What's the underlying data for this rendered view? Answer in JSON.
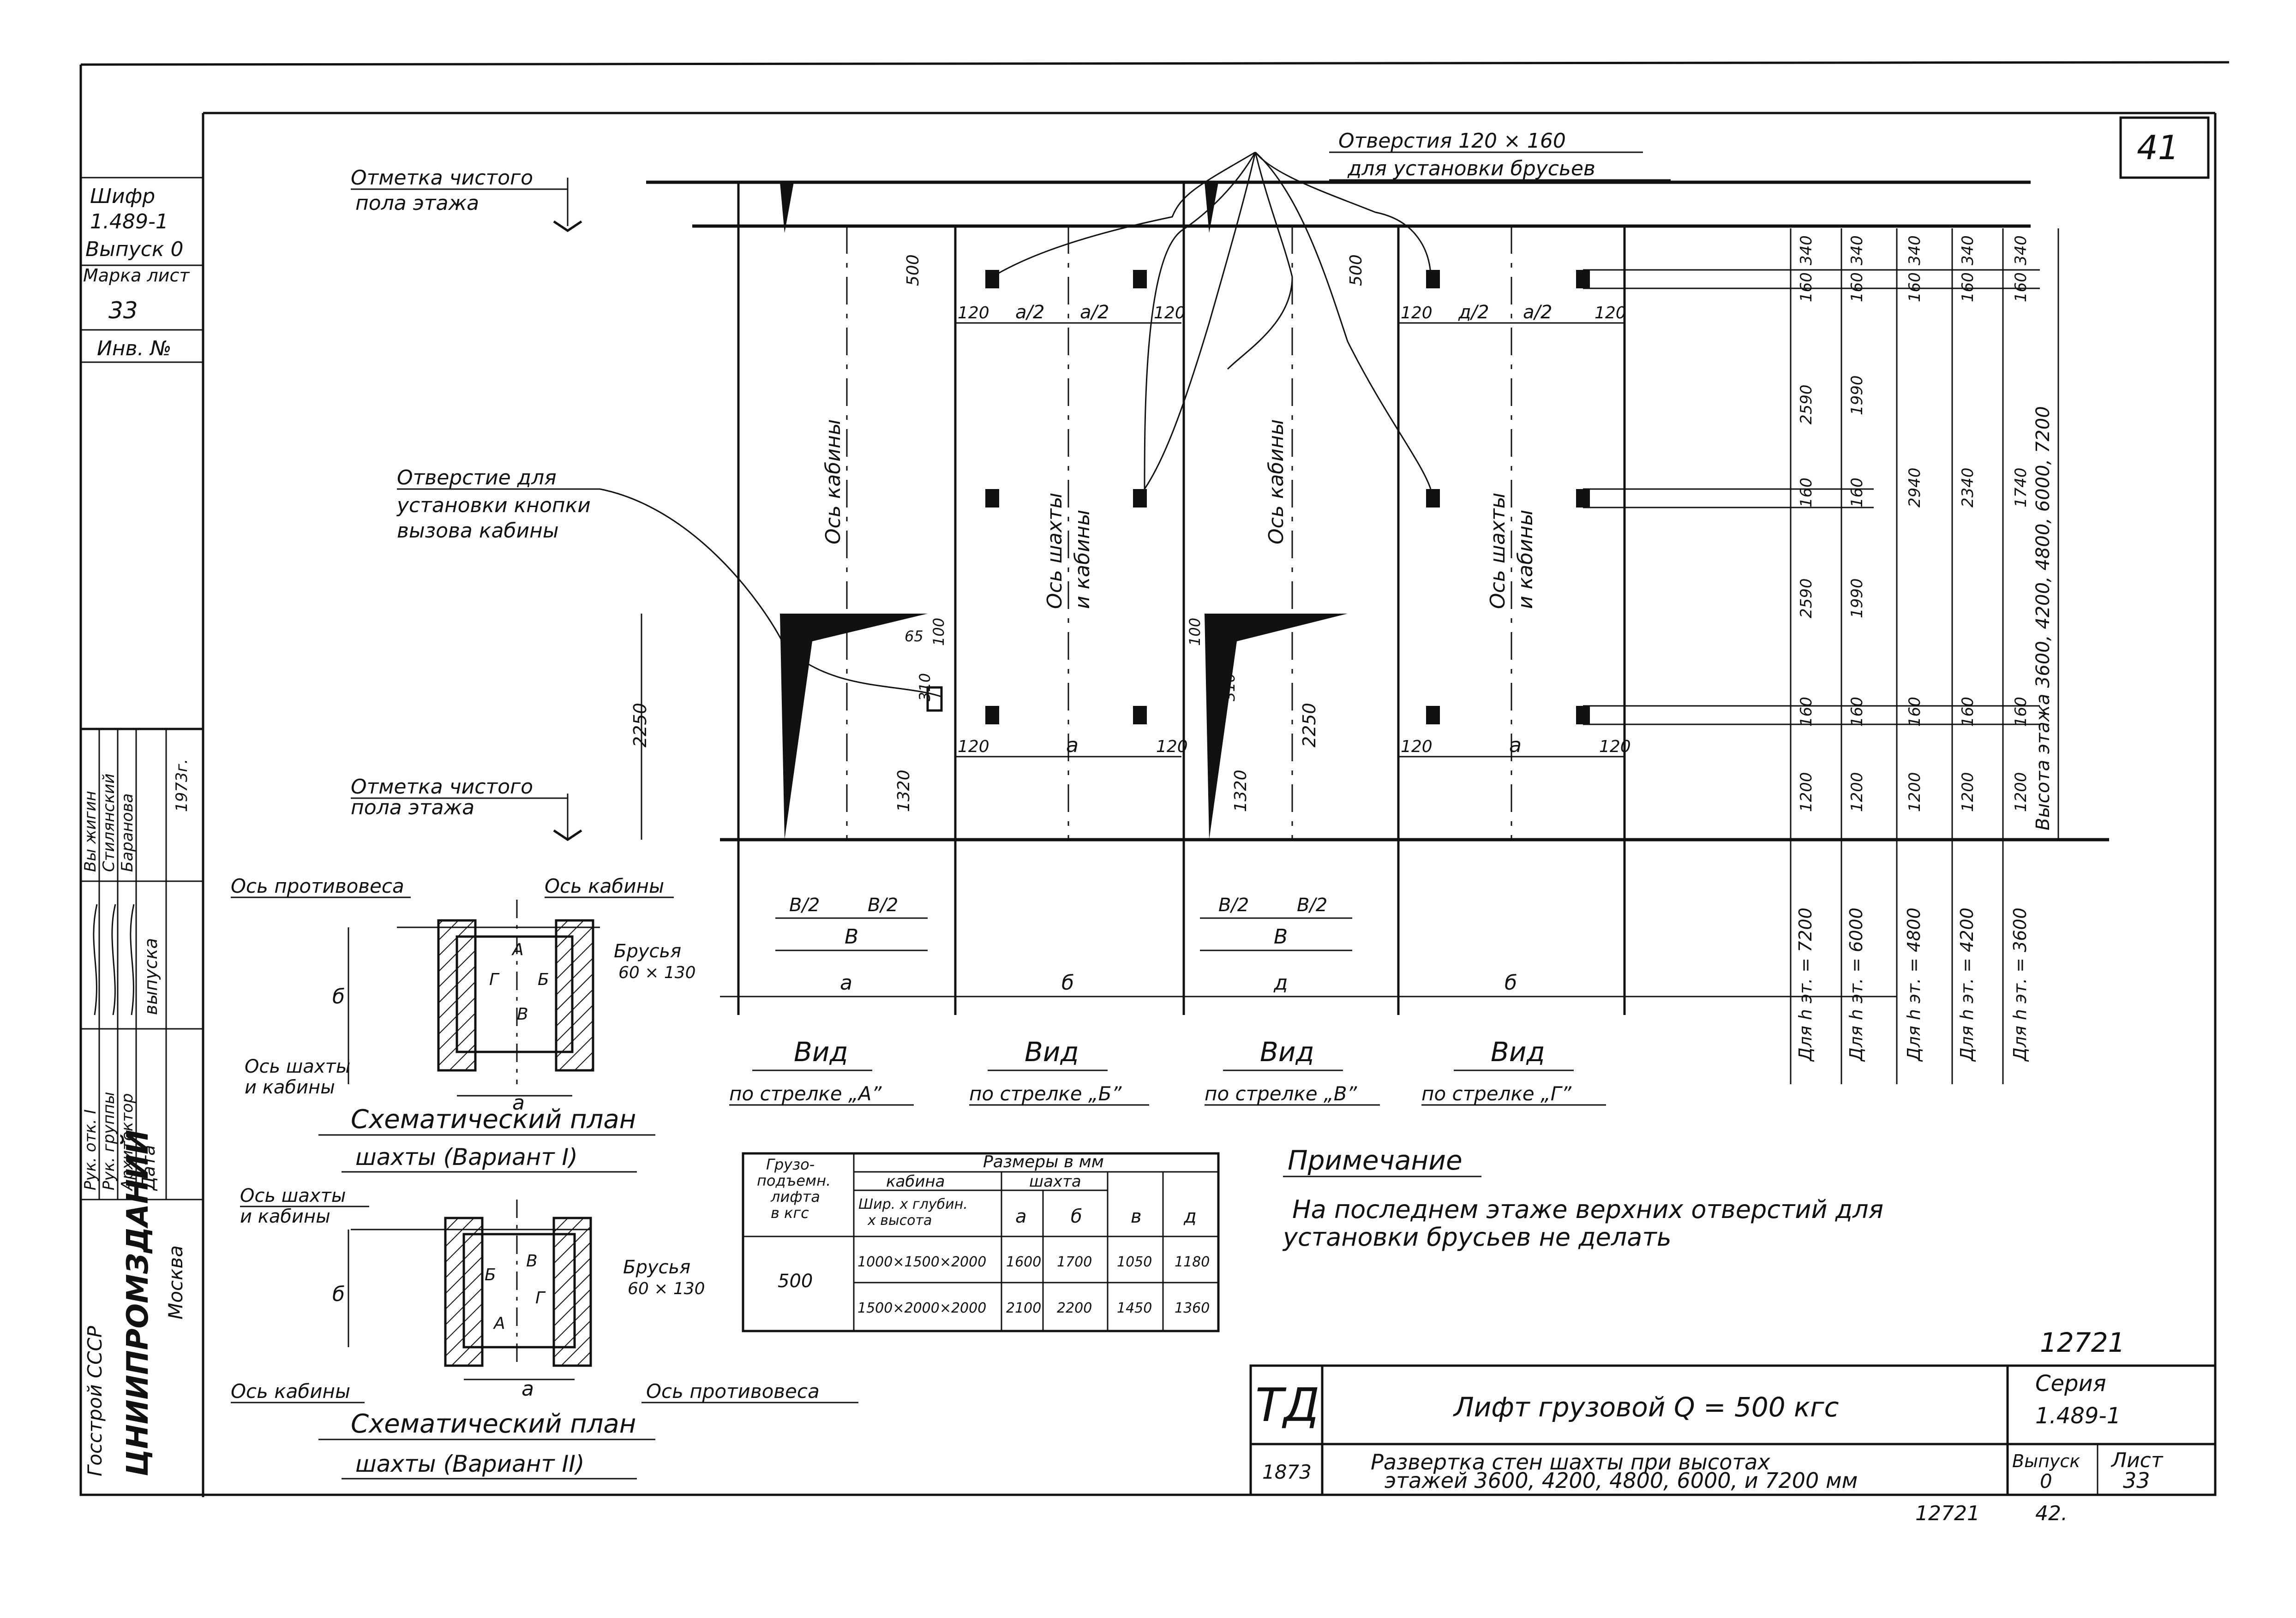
{
  "sheet_number": "41",
  "side_stamp": {
    "labels": [
      "Шифр",
      "1.489-1",
      "Выпуск 0",
      "Марка лист",
      "33",
      "Инв. №"
    ]
  },
  "top_notes": {
    "floor_mark_top": [
      "Отметка чистого",
      "пола этажа"
    ],
    "holes_beams": [
      "Отверстия 120 × 160",
      "для установки брусьев"
    ],
    "call_button_hole": [
      "Отверстие для",
      "установки кнопки",
      "вызова кабины"
    ],
    "floor_mark_bottom": [
      "Отметка чистого",
      "пола этажа"
    ]
  },
  "axes_labels": {
    "cabin_axis": "Ось кабины",
    "shaft_axis": [
      "Ось шахты",
      "и кабины"
    ]
  },
  "dimensions": {
    "d500": "500",
    "d120": "120",
    "a_half": "a/2",
    "d_half": "д/2",
    "a": "a",
    "b": "б",
    "v": "В",
    "v_half": "В/2",
    "d": "д",
    "d65": "65",
    "d100": "100",
    "d310": "310",
    "d1320": "1320",
    "d2250": "2250"
  },
  "heights_table": {
    "columns": [
      {
        "top": "340",
        "hole": "160",
        "upper": "2590",
        "hole2": "160",
        "mid": "2590",
        "hole3": "160",
        "bottom": "1200",
        "label": "Для h эт. = 7200"
      },
      {
        "top": "340",
        "hole": "160",
        "upper": "1990",
        "hole2": "160",
        "mid": "1990",
        "hole3": "160",
        "bottom": "1200",
        "label": "Для h эт. = 6000"
      },
      {
        "top": "340",
        "hole": "160",
        "upper": "2940",
        "hole2": "",
        "mid": "",
        "hole3": "160",
        "bottom": "1200",
        "label": "Для h эт. = 4800"
      },
      {
        "top": "340",
        "hole": "160",
        "upper": "2340",
        "hole2": "",
        "mid": "",
        "hole3": "160",
        "bottom": "1200",
        "label": "Для h эт. = 4200"
      },
      {
        "top": "340",
        "hole": "160",
        "upper": "1740",
        "hole2": "",
        "mid": "",
        "hole3": "160",
        "bottom": "1200",
        "label": "Для h эт. = 3600"
      }
    ],
    "total_label": "Высота этажа 3600, 4200, 4800, 6000, 7200"
  },
  "views": [
    {
      "title": "Вид",
      "sub": "по стрелке „А”"
    },
    {
      "title": "Вид",
      "sub": "по стрелке „Б”"
    },
    {
      "title": "Вид",
      "sub": "по стрелке „В”"
    },
    {
      "title": "Вид",
      "sub": "по стрелке „Г”"
    }
  ],
  "plan1": {
    "counterweight_axis": "Ось противовеса",
    "cabin_axis": "Ось кабины",
    "beams": [
      "Брусья",
      "60 × 130"
    ],
    "shaft_axis": [
      "Ось шахты",
      "и кабины"
    ],
    "title": [
      "Схематический план",
      "шахты (Вариант I)"
    ],
    "letters": {
      "A": "А",
      "B": "Б",
      "V": "В",
      "G": "Г",
      "b": "б",
      "a": "a"
    }
  },
  "plan2": {
    "shaft_axis": [
      "Ось шахты",
      "и кабины"
    ],
    "beams": [
      "Брусья",
      "60 × 130"
    ],
    "cabin_axis": "Ось кабины",
    "counterweight_axis": "Ось противовеса",
    "title": [
      "Схематический план",
      "шахты (Вариант II)"
    ],
    "letters": {
      "A": "А",
      "B": "Б",
      "V": "В",
      "G": "Г",
      "b": "б",
      "a": "a"
    }
  },
  "size_table": {
    "h_load": [
      "Грузо-",
      "подъемн.",
      "лифта",
      "в кгс"
    ],
    "h_sizes": "Размеры в мм",
    "h_cabin": "кабина",
    "h_shaft": "шахта",
    "h_cabin_dims": [
      "Шир. х глубин.",
      "х высота"
    ],
    "h_cols": [
      "а",
      "б",
      "в",
      "д"
    ],
    "load": "500",
    "rows": [
      {
        "cabin": "1000×1500×2000",
        "a": "1600",
        "b": "1700",
        "v": "1050",
        "d": "1180"
      },
      {
        "cabin": "1500×2000×2000",
        "a": "2100",
        "b": "2200",
        "v": "1450",
        "d": "1360"
      }
    ]
  },
  "note": {
    "title": "Примечание",
    "lines": [
      "На последнем этаже верхних отверстий для",
      "установки брусьев не делать"
    ]
  },
  "stamp_left": {
    "rows": [
      "Рук. отк. I",
      "Рук. группы",
      "Архитектор",
      "Дата"
    ],
    "names": [
      "Вы жигин",
      "Стилянский",
      "Баранова",
      "выпуска"
    ],
    "year": "1973г.",
    "org": [
      "Госстрой СССР",
      "ЦНИИПРОМЗДАНИЙ",
      "Москва"
    ]
  },
  "title_block": {
    "top_number": "12721",
    "td": "ТД",
    "code": "1873",
    "title": "Лифт грузовой Q = 500 кгс",
    "subtitle": [
      "Развертка стен шахты при высотах",
      "этажей 3600, 4200, 4800, 6000, и 7200 мм"
    ],
    "series_label": "Серия",
    "series": "1.489-1",
    "issue_label": "Выпуск",
    "issue": "0",
    "sheet_label": "Лист",
    "sheet": "33",
    "bottom_numbers": [
      "12721",
      "42."
    ]
  }
}
